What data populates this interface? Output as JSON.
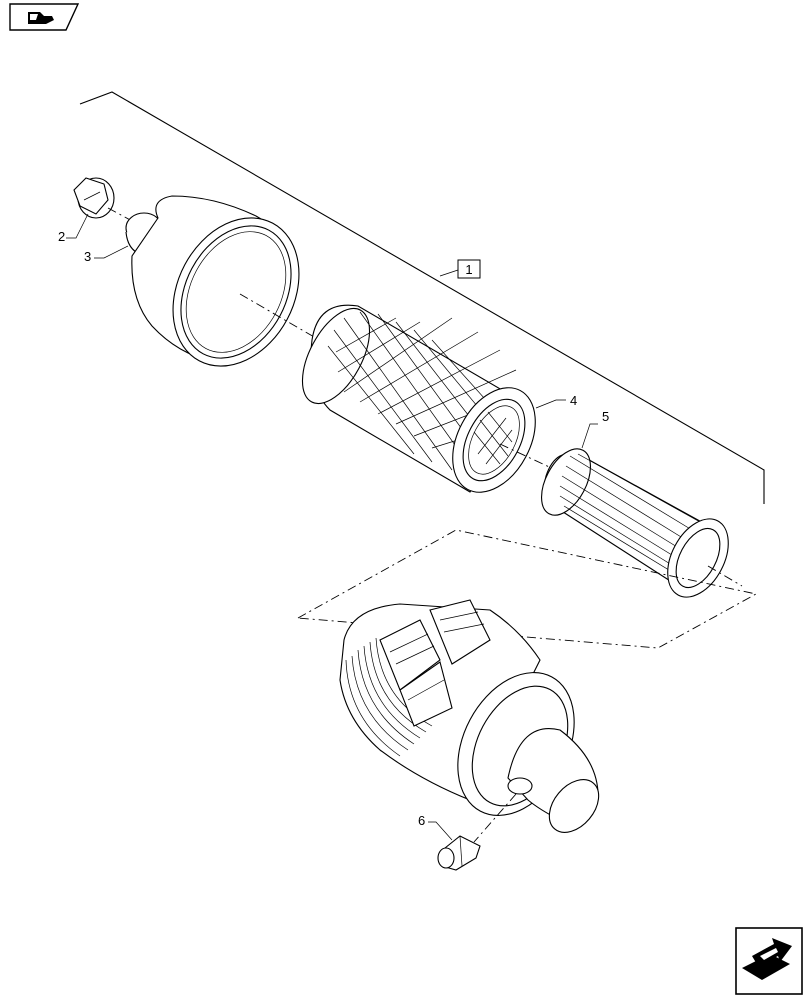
{
  "callouts": {
    "assembly": "1",
    "cap": "2",
    "valve": "3",
    "primary_filter": "4",
    "safety_filter": "5",
    "sensor": "6"
  },
  "icons": {
    "top_left": "book-navigation-icon",
    "bottom_right": "next-page-arrow-icon"
  }
}
